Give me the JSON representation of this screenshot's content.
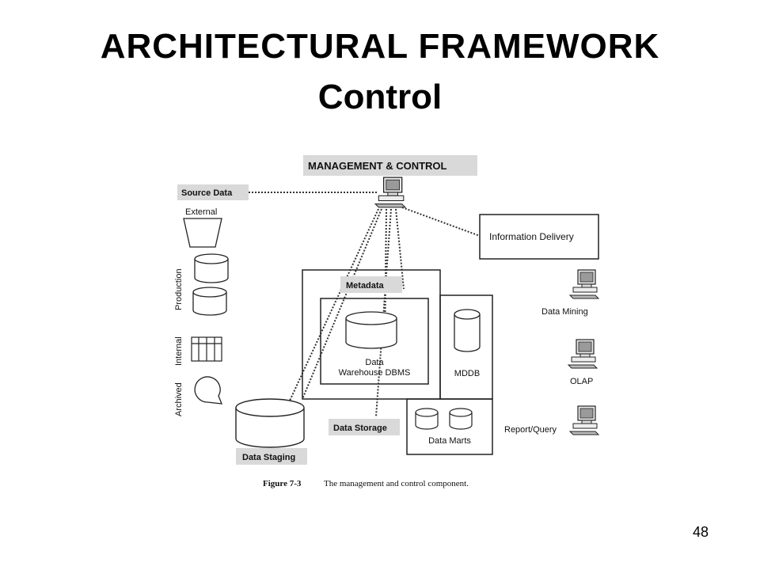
{
  "slide": {
    "title_line1": "ARCHITECTURAL  FRAMEWORK",
    "title_line2": "Control",
    "page_number": "48"
  },
  "diagram": {
    "management_label": "MANAGEMENT & CONTROL",
    "source_data_label": "Source Data",
    "external_label": "External",
    "production_label": "Production",
    "internal_label": "Internal",
    "archived_label": "Archived",
    "information_delivery_label": "Information Delivery",
    "metadata_label": "Metadata",
    "data_warehouse_line1": "Data",
    "data_warehouse_line2": "Warehouse DBMS",
    "mddb_label": "MDDB",
    "data_storage_label": "Data Storage",
    "data_marts_label": "Data Marts",
    "data_staging_label": "Data Staging",
    "data_mining_label": "Data Mining",
    "olap_label": "OLAP",
    "report_query_label": "Report/Query",
    "figure_number": "Figure 7-3",
    "figure_caption": "The management and control component."
  }
}
